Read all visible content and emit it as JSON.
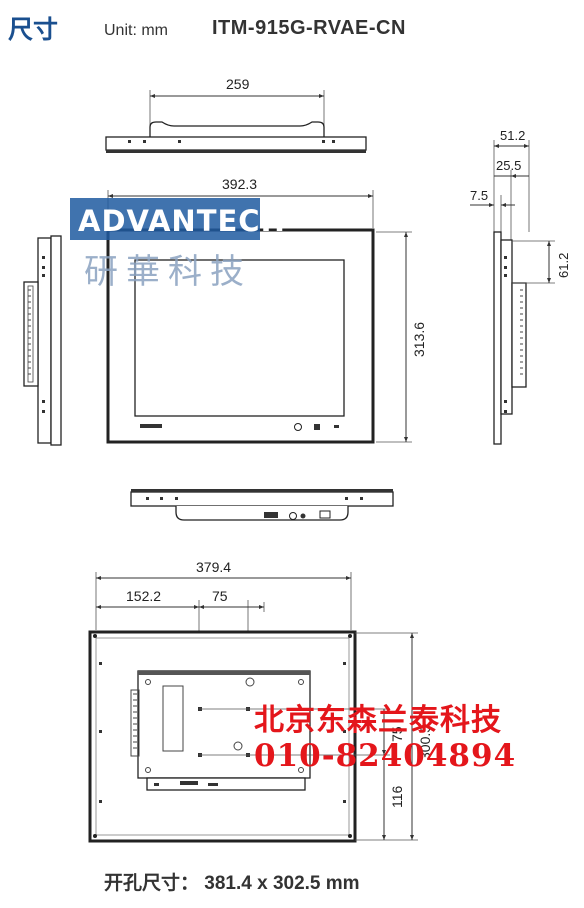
{
  "header": {
    "title": "尺寸",
    "unit": "Unit: mm",
    "model": "ITM-915G-RVAE-CN"
  },
  "logo": {
    "brand": "ADVANTECH",
    "brand_cn": "研華科技",
    "color": "#1f5aa0"
  },
  "dimensions": {
    "top_width": "259",
    "front_width": "392.3",
    "front_height": "313.6",
    "side_depth": "51.2",
    "side_25": "25.5",
    "side_7": "7.5",
    "side_61": "61.2",
    "rear_width": "379.4",
    "rear_offset": "152.2",
    "rear_vesa_w": "75",
    "rear_vesa_h": "75",
    "rear_height": "300.5",
    "rear_116": "116"
  },
  "watermark": {
    "name": "北京东森兰泰科技",
    "phone": "010-82404894",
    "color": "#e4161b"
  },
  "cutout": {
    "text": "开孔尺寸：  381.4 x 302.5 mm"
  }
}
